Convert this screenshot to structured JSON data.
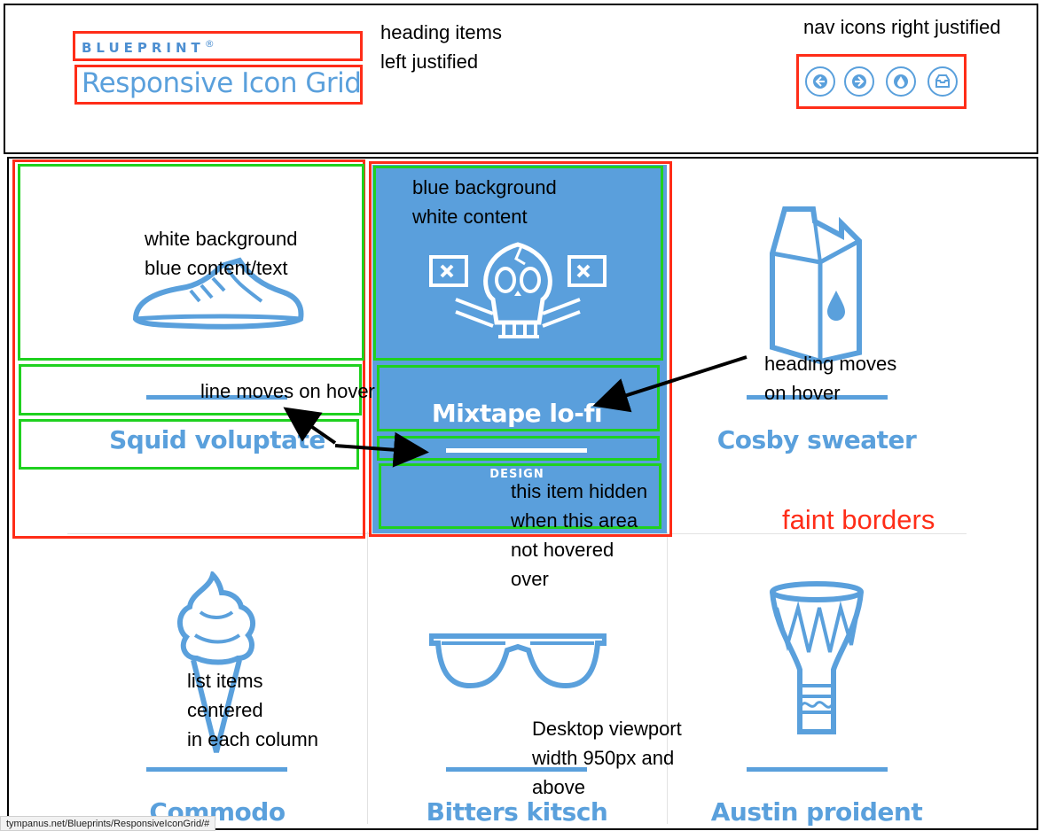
{
  "header": {
    "brand": "BLUEPRINT",
    "brand_mark": "®",
    "title": "Responsive Icon Grid",
    "nav_icons": [
      "arrow-left-icon",
      "arrow-right-icon",
      "drop-icon",
      "inbox-icon"
    ]
  },
  "grid": {
    "items": [
      {
        "title": "Squid voluptate",
        "icon": "sneaker-icon"
      },
      {
        "title": "Mixtape lo-fi",
        "icon": "skull-icon",
        "subtitle": "DESIGN"
      },
      {
        "title": "Cosby sweater",
        "icon": "milk-carton-icon"
      },
      {
        "title": "Commodo",
        "icon": "ice-cream-icon"
      },
      {
        "title": "Bitters kitsch",
        "icon": "glasses-icon"
      },
      {
        "title": "Austin proident",
        "icon": "drum-icon"
      }
    ]
  },
  "annotations": {
    "heading_items": "heading items\nleft justified",
    "nav_icons": "nav icons right justified",
    "white_bg": "white background\nblue content/text",
    "blue_bg": "blue background\nwhite content",
    "line_moves": "line moves on hover",
    "heading_moves": "heading moves\non hover",
    "hidden_item": "this item hidden\nwhen this area\nnot hovered\nover",
    "faint_borders": "faint borders",
    "list_items": "list items\ncentered\nin each column",
    "desktop": "Desktop viewport\nwidth 950px and\nabove"
  },
  "status_bar": "tympanus.net/Blueprints/ResponsiveIconGrid/#",
  "colors": {
    "accent": "#5aa0dc",
    "annotation_red": "#ff2d18",
    "annotation_green": "#1fd11f"
  }
}
